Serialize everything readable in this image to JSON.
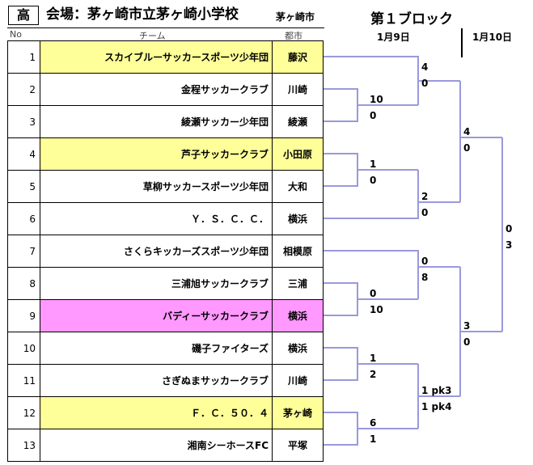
{
  "header": {
    "grade": "高",
    "venue": "会場：茅ヶ崎市立茅ヶ崎小学校",
    "city": "茅ヶ崎市",
    "block": "第１ブロック",
    "date1": "1月9日",
    "date2": "1月10日",
    "col_no": "No",
    "col_team": "チーム",
    "col_city": "都市"
  },
  "teams": [
    {
      "no": "1",
      "name": "スカイブルーサッカースポーツ少年団",
      "city": "藤沢",
      "highlight": "yellow"
    },
    {
      "no": "2",
      "name": "金程サッカークラブ",
      "city": "川崎",
      "highlight": ""
    },
    {
      "no": "3",
      "name": "綾瀬サッカー少年団",
      "city": "綾瀬",
      "highlight": ""
    },
    {
      "no": "4",
      "name": "芦子サッカークラブ",
      "city": "小田原",
      "highlight": "yellow"
    },
    {
      "no": "5",
      "name": "草柳サッカースポーツ少年団",
      "city": "大和",
      "highlight": ""
    },
    {
      "no": "6",
      "name": "Ｙ．Ｓ．Ｃ．Ｃ．",
      "city": "横浜",
      "highlight": ""
    },
    {
      "no": "7",
      "name": "さくらキッカーズスポーツ少年団",
      "city": "相模原",
      "highlight": ""
    },
    {
      "no": "8",
      "name": "三浦旭サッカークラブ",
      "city": "三浦",
      "highlight": ""
    },
    {
      "no": "9",
      "name": "バディーサッカークラブ",
      "city": "横浜",
      "highlight": "pink"
    },
    {
      "no": "10",
      "name": "磯子ファイターズ",
      "city": "横浜",
      "highlight": ""
    },
    {
      "no": "11",
      "name": "さぎぬまサッカークラブ",
      "city": "川崎",
      "highlight": ""
    },
    {
      "no": "12",
      "name": "Ｆ．Ｃ．５０．４",
      "city": "茅ヶ崎",
      "highlight": "yellow"
    },
    {
      "no": "13",
      "name": "湘南シーホースFC",
      "city": "平塚",
      "highlight": ""
    }
  ],
  "bracket": {
    "line_color": "#9999dd",
    "scores": {
      "m23_top": "10",
      "m23_bot": "0",
      "m45_top": "1",
      "m45_bot": "0",
      "m89_top": "0",
      "m89_bot": "10",
      "m1011_top": "1",
      "m1011_bot": "2",
      "m1213_top": "6",
      "m1213_bot": "1",
      "q1_top": "4",
      "q1_bot": "0",
      "q2_top": "2",
      "q2_bot": "0",
      "q3_top": "0",
      "q3_bot": "8",
      "q4_top": "1 pk3",
      "q4_bot": "1 pk4",
      "s1_top": "4",
      "s1_bot": "0",
      "s2_top": "3",
      "s2_bot": "0",
      "f_top": "0",
      "f_bot": "3"
    }
  }
}
